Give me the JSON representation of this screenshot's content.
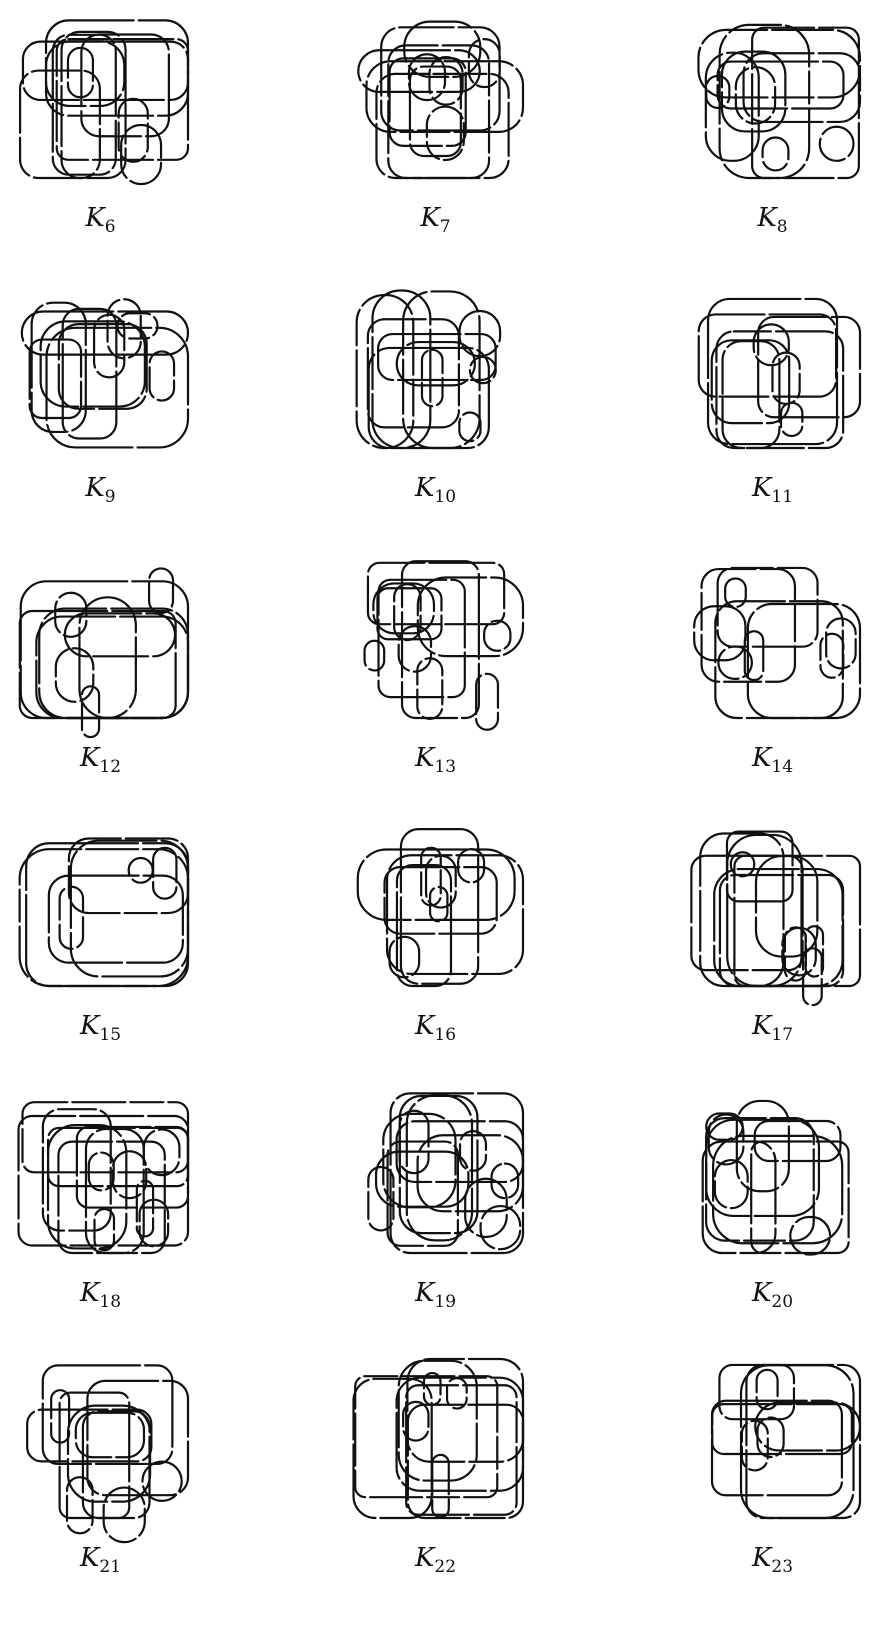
{
  "knots": [
    {
      "letter": "K",
      "index": "6"
    },
    {
      "letter": "K",
      "index": "7"
    },
    {
      "letter": "K",
      "index": "8"
    },
    {
      "letter": "K",
      "index": "9"
    },
    {
      "letter": "K",
      "index": "10"
    },
    {
      "letter": "K",
      "index": "11"
    },
    {
      "letter": "K",
      "index": "12"
    },
    {
      "letter": "K",
      "index": "13"
    },
    {
      "letter": "K",
      "index": "14"
    },
    {
      "letter": "K",
      "index": "15"
    },
    {
      "letter": "K",
      "index": "16"
    },
    {
      "letter": "K",
      "index": "17"
    },
    {
      "letter": "K",
      "index": "18"
    },
    {
      "letter": "K",
      "index": "19"
    },
    {
      "letter": "K",
      "index": "20"
    },
    {
      "letter": "K",
      "index": "21"
    },
    {
      "letter": "K",
      "index": "22"
    },
    {
      "letter": "K",
      "index": "23"
    }
  ]
}
